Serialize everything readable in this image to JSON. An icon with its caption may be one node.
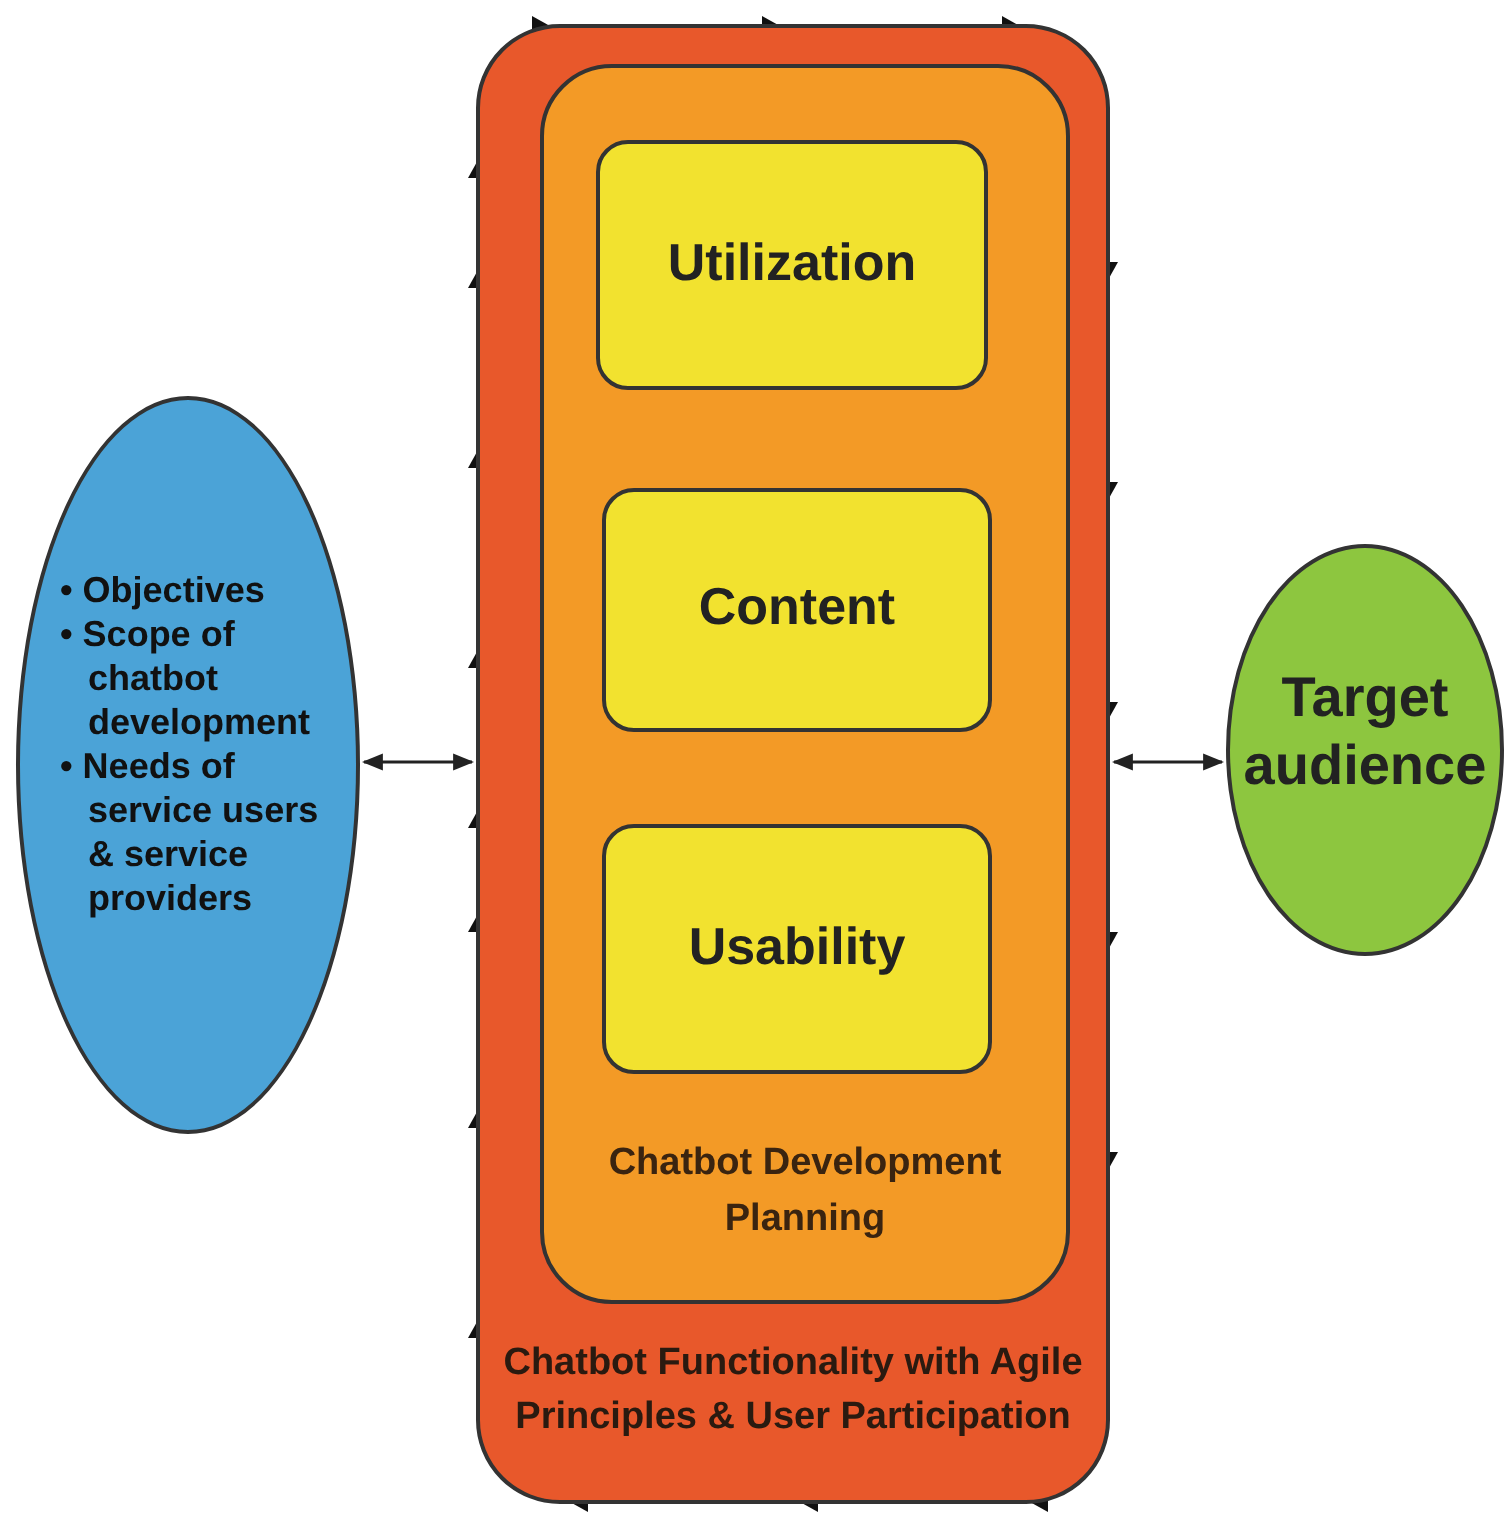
{
  "diagram": {
    "nodes": [
      {
        "text": [
          "Chatbot Functionality with Agile Principles & User Participation"
        ]
      },
      {
        "text": [
          "Chatbot Development Planning"
        ],
        "in": 0
      },
      {
        "text": [
          "Utilization"
        ],
        "in": 1
      },
      {
        "text": [
          "Content"
        ],
        "in": 1
      },
      {
        "text": [
          "Usability"
        ],
        "in": 1
      },
      {
        "text": [
          "• Objectives",
          "• Scope of chatbot development",
          "• Needs of service users & service providers"
        ]
      },
      {
        "text": [
          "Target audience"
        ]
      }
    ],
    "edges": [
      {
        "from": 5,
        "to": 0,
        "arrow": "both"
      },
      {
        "from": 0,
        "to": 6,
        "arrow": "both"
      }
    ]
  }
}
